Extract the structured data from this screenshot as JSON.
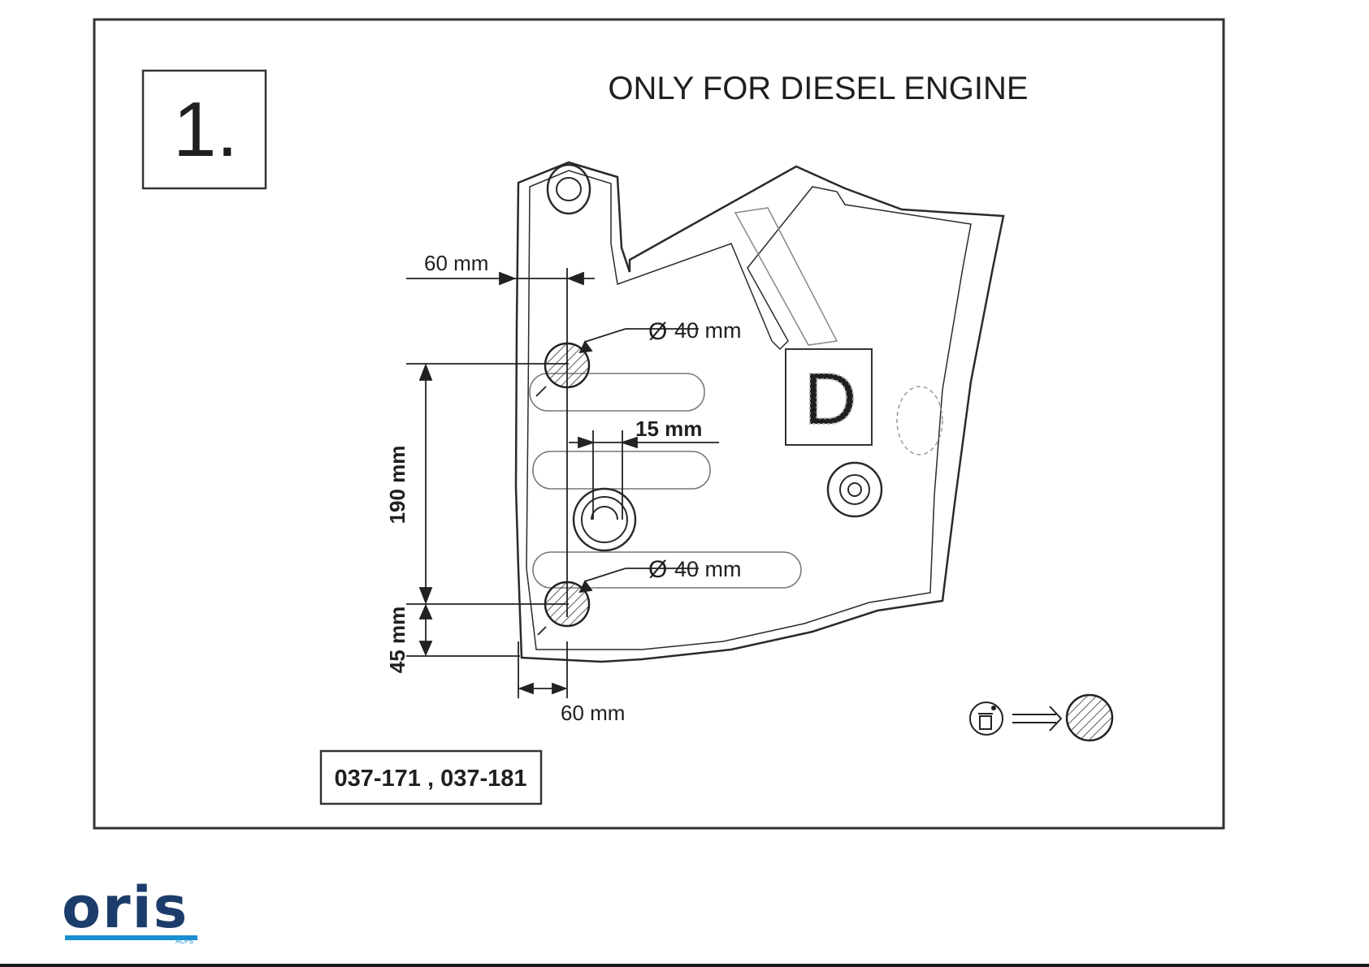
{
  "step_number": "1.",
  "title": "ONLY FOR DIESEL ENGINE",
  "dimensions": {
    "top_offset": "60 mm",
    "hole_top_diameter": "40 mm",
    "slot_width": "15 mm",
    "hole_bottom_diameter": "40 mm",
    "vertical_span": "190 mm",
    "bottom_offset": "45 mm",
    "bottom_width": "60 mm"
  },
  "panel_marking": "D",
  "diameter_symbol": "Ø",
  "part_numbers": "037-171 , 037-181",
  "legend": {
    "discard_icon": "trash-bin-icon",
    "arrow_icon": "double-arrow-right-icon",
    "result_icon": "hatched-circle-icon"
  },
  "brand": {
    "logo_text": "oris",
    "logo_subtext": "ACPS",
    "logo_color": "#1c3d6b",
    "accent_color": "#1a8fd0"
  }
}
